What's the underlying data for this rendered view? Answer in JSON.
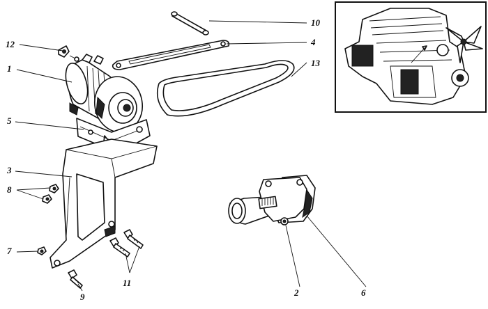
{
  "callouts": [
    {
      "id": "1",
      "text": "1"
    },
    {
      "id": "2",
      "text": "2"
    },
    {
      "id": "3",
      "text": "3"
    },
    {
      "id": "4",
      "text": "4"
    },
    {
      "id": "5",
      "text": "5"
    },
    {
      "id": "6",
      "text": "6"
    },
    {
      "id": "7",
      "text": "7"
    },
    {
      "id": "8",
      "text": "8"
    },
    {
      "id": "9",
      "text": "9"
    },
    {
      "id": "10",
      "text": "10"
    },
    {
      "id": "11",
      "text": "11"
    },
    {
      "id": "12",
      "text": "12"
    },
    {
      "id": "13",
      "text": "13"
    }
  ],
  "parts": {
    "alternator": "alternator",
    "tension_bar": "tension-bar",
    "bracket_upper": "alternator-bracket",
    "bracket_lower": "mounting-bracket",
    "belt": "drive-belt",
    "housing": "thermostat-housing",
    "gasket": "gasket",
    "bolts": "bolts",
    "nuts": "nuts",
    "engine_inset": "engine-location-inset"
  }
}
